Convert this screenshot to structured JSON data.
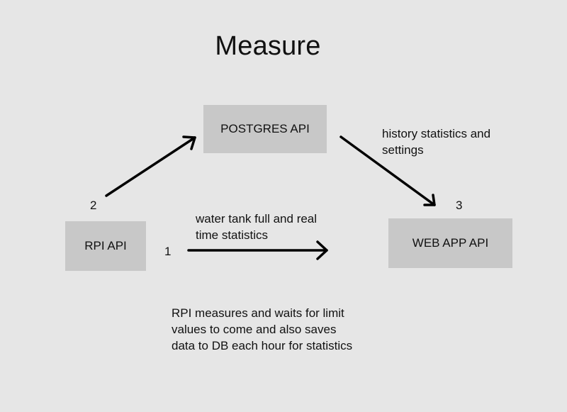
{
  "title": "Measure",
  "nodes": {
    "postgres": "POSTGRES API",
    "rpi": "RPI API",
    "webapp": "WEB APP API"
  },
  "edges": [
    {
      "number": "1",
      "from": "rpi",
      "to": "webapp",
      "label": "water tank full and real\ntime statistics"
    },
    {
      "number": "2",
      "from": "rpi",
      "to": "postgres",
      "label": ""
    },
    {
      "number": "3",
      "from": "postgres",
      "to": "webapp",
      "label": "history statistics and\nsettings"
    }
  ],
  "note": "RPI measures and waits for limit\nvalues to come and also saves\ndata to DB each hour for statistics"
}
